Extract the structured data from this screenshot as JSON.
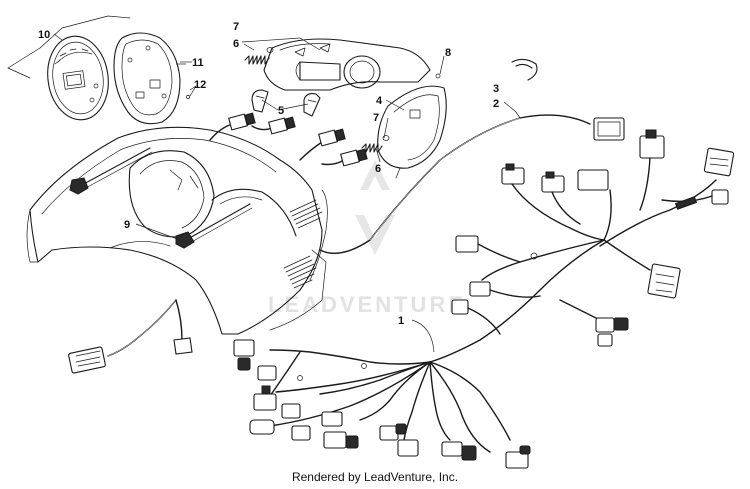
{
  "credit": "Rendered by LeadVenture, Inc.",
  "watermark": "LEADVENTURE",
  "callouts": [
    {
      "id": "c1",
      "label": "1"
    },
    {
      "id": "c2",
      "label": "2"
    },
    {
      "id": "c3",
      "label": "3"
    },
    {
      "id": "c4",
      "label": "4"
    },
    {
      "id": "c5",
      "label": "5"
    },
    {
      "id": "c6a",
      "label": "6"
    },
    {
      "id": "c6b",
      "label": "6"
    },
    {
      "id": "c7a",
      "label": "7"
    },
    {
      "id": "c7b",
      "label": "7"
    },
    {
      "id": "c8",
      "label": "8"
    },
    {
      "id": "c9",
      "label": "9"
    },
    {
      "id": "c10",
      "label": "10"
    },
    {
      "id": "c11",
      "label": "11"
    },
    {
      "id": "c12",
      "label": "12"
    }
  ],
  "colors": {
    "line": "#1a1a1a",
    "background": "#ffffff",
    "watermark": "#e2e2e2"
  }
}
